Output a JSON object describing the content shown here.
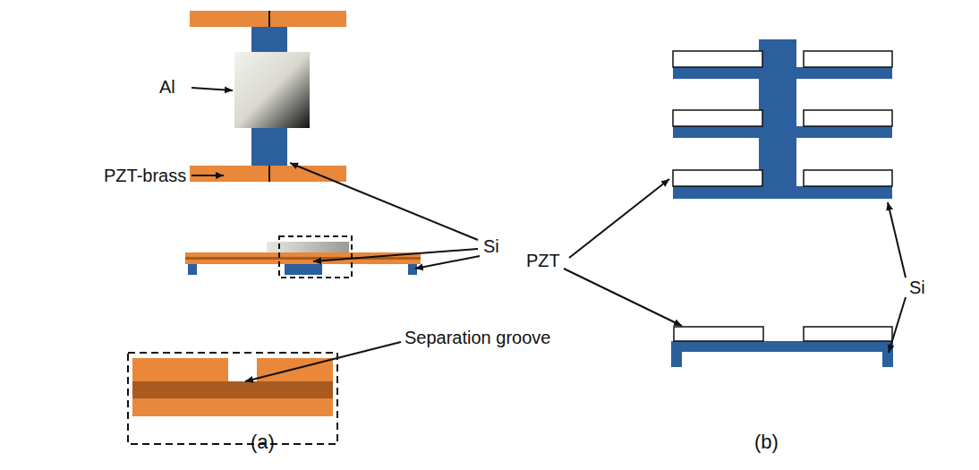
{
  "diagram": {
    "labels": [
      "Al",
      "PZT-brass",
      "Si",
      "Separation groove",
      "(a)",
      "PZT",
      "Si",
      "(b)"
    ]
  }
}
